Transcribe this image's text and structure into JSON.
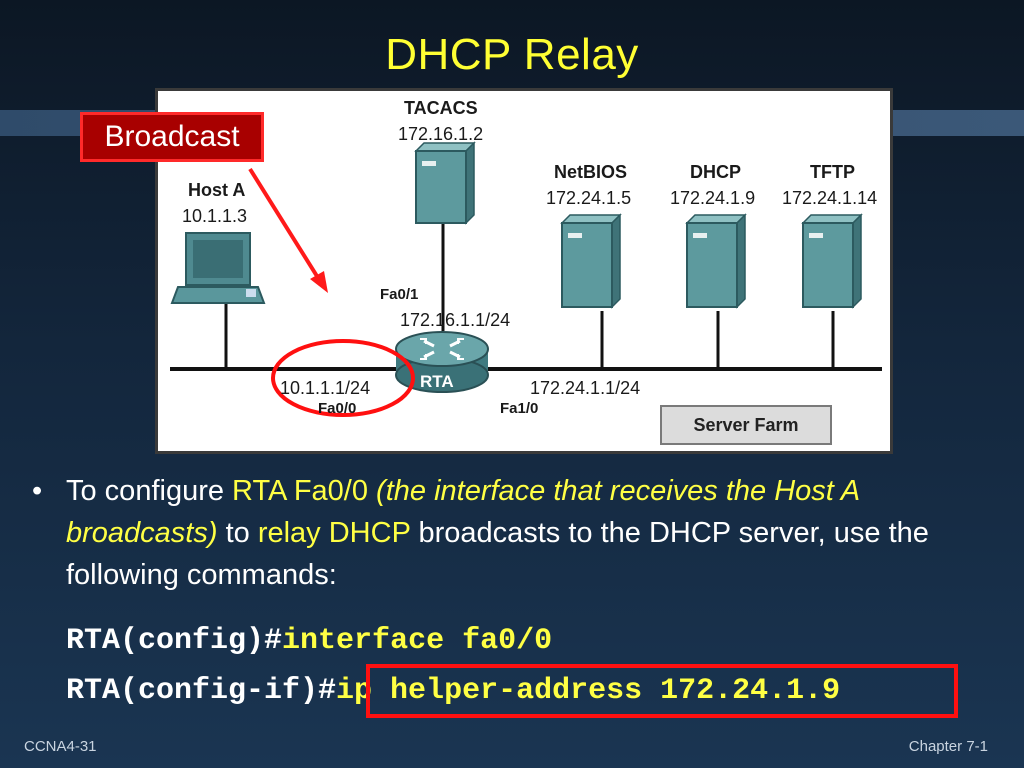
{
  "slide": {
    "title": "DHCP Relay",
    "footer_left": "CCNA4-31",
    "footer_right": "Chapter 7-1"
  },
  "callout": {
    "label": "Broadcast",
    "color": "#ff2a2a"
  },
  "diagram": {
    "nodes": [
      {
        "id": "host-a",
        "name": "Host A",
        "ip": "10.1.1.3"
      },
      {
        "id": "tacacs",
        "name": "TACACS",
        "ip": "172.16.1.2"
      },
      {
        "id": "netbios",
        "name": "NetBIOS",
        "ip": "172.24.1.5"
      },
      {
        "id": "dhcp",
        "name": "DHCP",
        "ip": "172.24.1.9"
      },
      {
        "id": "tftp",
        "name": "TFTP",
        "ip": "172.24.1.14"
      },
      {
        "id": "rta",
        "name": "RTA"
      }
    ],
    "interfaces": {
      "fa01_name": "Fa0/1",
      "fa01_ip": "172.16.1.1/24",
      "fa00_name": "Fa0/0",
      "fa00_ip": "10.1.1.1/24",
      "fa10_name": "Fa1/0",
      "fa10_ip": "172.24.1.1/24"
    },
    "server_farm_label": "Server Farm",
    "highlight_color": "#ff1010"
  },
  "bullet": {
    "p1": "To configure ",
    "p2": "RTA Fa0/0",
    "p3": " ",
    "p4": "(the interface that receives the Host A broadcasts)",
    "p5": " to ",
    "p6": "relay DHCP",
    "p7": " broadcasts to the DHCP server, use the following commands:"
  },
  "commands": [
    {
      "prompt": "RTA(config)#",
      "command": "interface fa0/0"
    },
    {
      "prompt": "RTA(config-if)#",
      "command": "ip helper-address 172.24.1.9"
    }
  ]
}
